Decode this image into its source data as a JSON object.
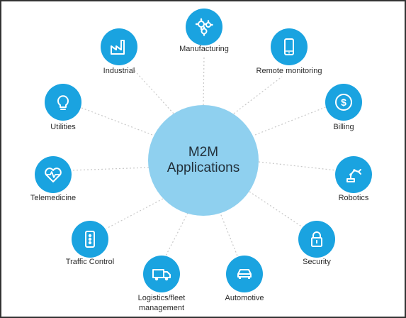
{
  "center": {
    "line1": "M2M",
    "line2": "Applications"
  },
  "nodes": {
    "manufacturing": {
      "label": "Manufacturing"
    },
    "remote_monitoring": {
      "label": "Remote monitoring"
    },
    "billing": {
      "label": "Billing"
    },
    "robotics": {
      "label": "Robotics"
    },
    "security": {
      "label": "Security"
    },
    "automotive": {
      "label": "Automotive"
    },
    "logistics": {
      "line1": "Logistics/fleet",
      "line2": "management"
    },
    "traffic_control": {
      "label": "Traffic Control"
    },
    "telemedicine": {
      "label": "Telemedicine"
    },
    "utilities": {
      "label": "Utilities"
    },
    "industrial": {
      "label": "Industrial"
    }
  },
  "colors": {
    "node": "#1aa3e0",
    "hub": "#8fd0ef",
    "connector": "#c8c8c8"
  }
}
